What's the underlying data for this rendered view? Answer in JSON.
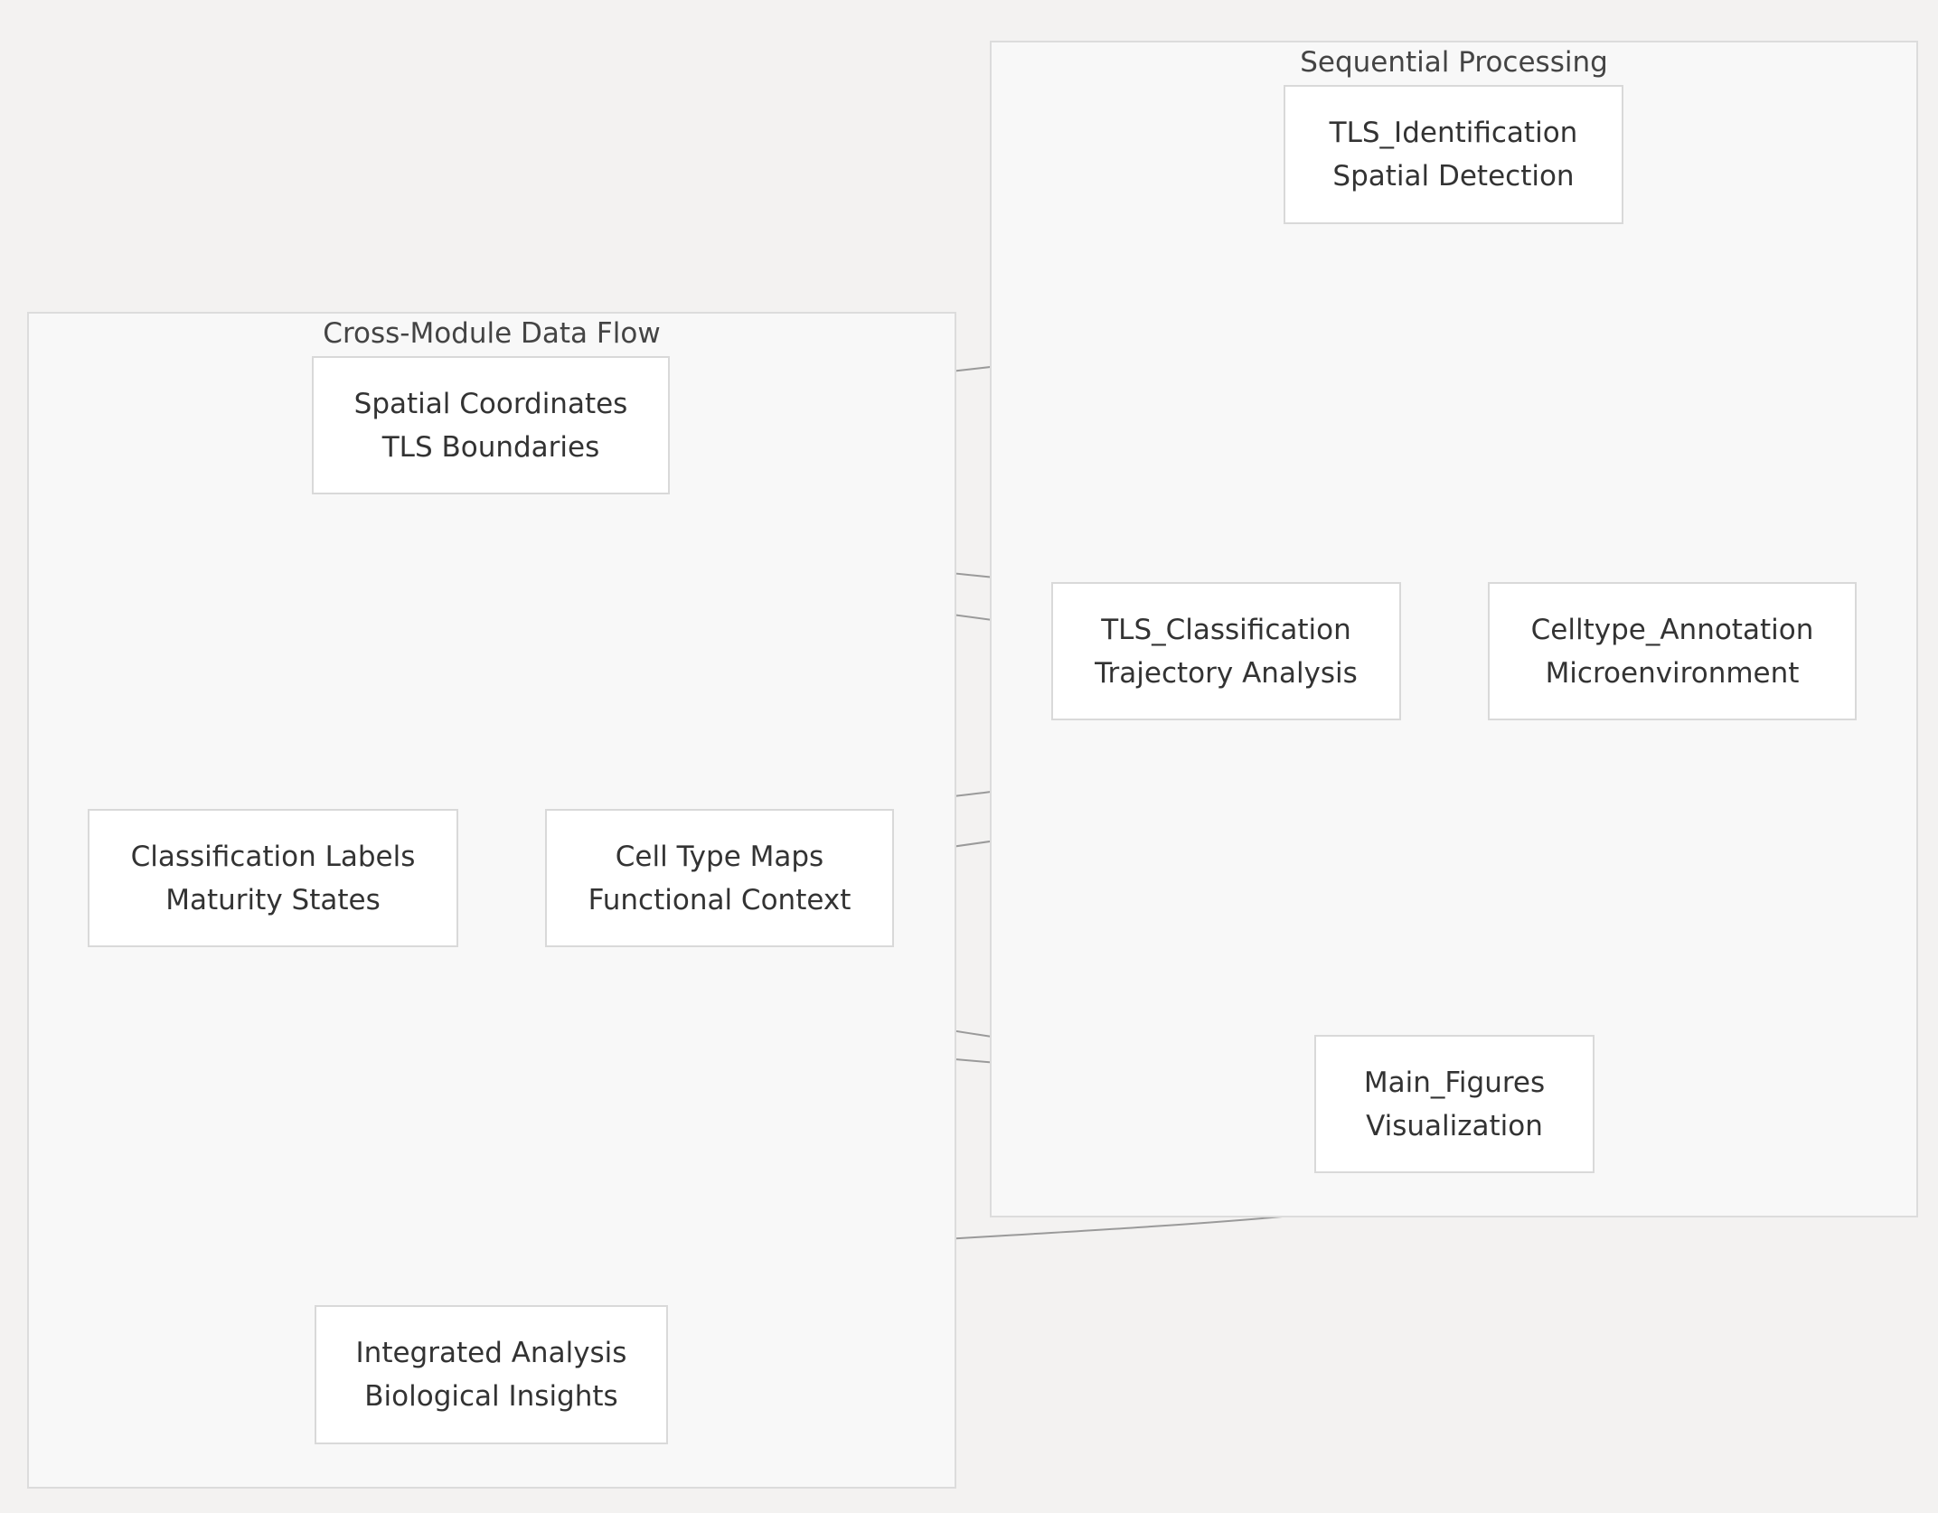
{
  "clusters": {
    "sequential": {
      "title": "Sequential Processing"
    },
    "cross_module": {
      "title": "Cross-Module Data Flow"
    }
  },
  "nodes": {
    "tls_identification": {
      "line1": "TLS_Identification",
      "line2": "Spatial Detection"
    },
    "spatial_coordinates": {
      "line1": "Spatial Coordinates",
      "line2": "TLS Boundaries"
    },
    "tls_classification": {
      "line1": "TLS_Classification",
      "line2": "Trajectory Analysis"
    },
    "celltype_annotation": {
      "line1": "Celltype_Annotation",
      "line2": "Microenvironment"
    },
    "classification_labels": {
      "line1": "Classification Labels",
      "line2": "Maturity States"
    },
    "cell_type_maps": {
      "line1": "Cell Type Maps",
      "line2": "Functional Context"
    },
    "main_figures": {
      "line1": "Main_Figures",
      "line2": "Visualization"
    },
    "integrated_analysis": {
      "line1": "Integrated Analysis",
      "line2": "Biological Insights"
    }
  },
  "edges": [
    {
      "from": "tls_identification",
      "to": "spatial_coordinates"
    },
    {
      "from": "spatial_coordinates",
      "to": "tls_classification"
    },
    {
      "from": "spatial_coordinates",
      "to": "celltype_annotation"
    },
    {
      "from": "tls_classification",
      "to": "celltype_annotation"
    },
    {
      "from": "tls_classification",
      "to": "classification_labels"
    },
    {
      "from": "celltype_annotation",
      "to": "cell_type_maps"
    },
    {
      "from": "classification_labels",
      "to": "main_figures"
    },
    {
      "from": "cell_type_maps",
      "to": "main_figures"
    },
    {
      "from": "main_figures",
      "to": "integrated_analysis"
    }
  ],
  "colors": {
    "background": "#f3f2f1",
    "cluster_fill": "#f8f8f8",
    "node_fill": "#ffffff",
    "edge": "#9a9a9a"
  }
}
